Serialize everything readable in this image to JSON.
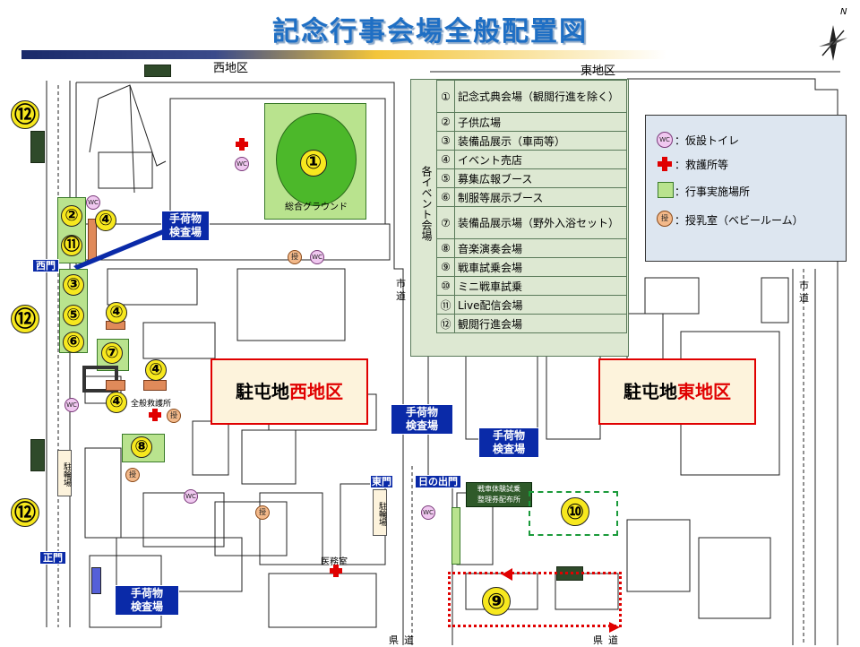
{
  "title": "記念行事会場全般配置図",
  "compass": {
    "north": "N"
  },
  "districts": {
    "west_top": "西地区",
    "east_top": "東地区"
  },
  "roads": {
    "city_road": "市道",
    "pref_road": "県道"
  },
  "areas": {
    "west_prefix": "駐屯地",
    "west_suffix": "西地区",
    "east_prefix": "駐屯地",
    "east_suffix": "東地区"
  },
  "gates": {
    "west": "西門",
    "east": "東門",
    "sunrise": "日の出門",
    "main": "正門"
  },
  "checkpoints": {
    "line1": "手荷物",
    "line2": "検査場"
  },
  "parking": "駐輪場",
  "ground_label": "総合グラウンド",
  "first_aid_label": "全般救護所",
  "medical_label": "医務室",
  "tank_ride_label": {
    "line1": "戦車体験試乗",
    "line2": "整理券配布所"
  },
  "icons": {
    "wc": "WC",
    "nursing": "授"
  },
  "numbers": {
    "n1": "①",
    "n2": "②",
    "n4": "④",
    "n5": "⑤",
    "n3": "③",
    "n6": "⑥",
    "n7": "⑦",
    "n8": "⑧",
    "n9": "⑨",
    "n10": "⑩",
    "n11": "⑪",
    "n12": "⑫"
  },
  "event_table": {
    "header": "各イベント会場",
    "rows": [
      {
        "num": "①",
        "label": "記念式典会場（観閲行進を除く）"
      },
      {
        "num": "②",
        "label": "子供広場"
      },
      {
        "num": "③",
        "label": "装備品展示（車両等）"
      },
      {
        "num": "④",
        "label": "イベント売店"
      },
      {
        "num": "⑤",
        "label": "募集広報ブース"
      },
      {
        "num": "⑥",
        "label": "制服等展示ブース"
      },
      {
        "num": "⑦",
        "label": "装備品展示場（野外入浴セット）"
      },
      {
        "num": "⑧",
        "label": "音楽演奏会場"
      },
      {
        "num": "⑨",
        "label": "戦車試乗会場"
      },
      {
        "num": "⑩",
        "label": "ミニ戦車試乗"
      },
      {
        "num": "⑪",
        "label": "Live配信会場"
      },
      {
        "num": "⑫",
        "label": "観閲行進会場"
      }
    ]
  },
  "legend": {
    "wc": "：仮設トイレ",
    "aid": "：救護所等",
    "venue": "：行事実施場所",
    "nursing": "：授乳室（ベビールーム）"
  },
  "colors": {
    "title": "#1f6fc4",
    "venue_green": "#b9e38e",
    "gate_blue": "#0a2aa8",
    "red": "#e00000"
  }
}
